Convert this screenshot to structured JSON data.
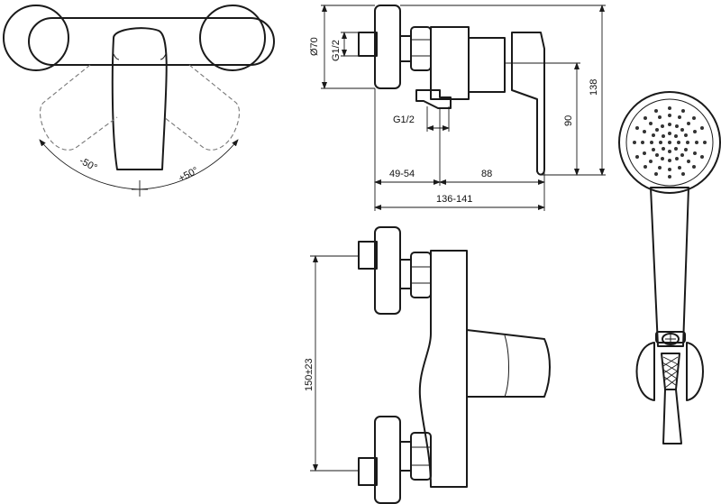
{
  "labels": {
    "angle_left": "-50°",
    "angle_right": "+50°",
    "diameter": "Ø70",
    "thread_top": "G1/2",
    "thread_bottom": "G1/2",
    "height_total": "138",
    "height_handle": "90",
    "depth_wall": "49-54",
    "depth_body": "88",
    "depth_total": "136-141",
    "center_distance": "150±23"
  }
}
